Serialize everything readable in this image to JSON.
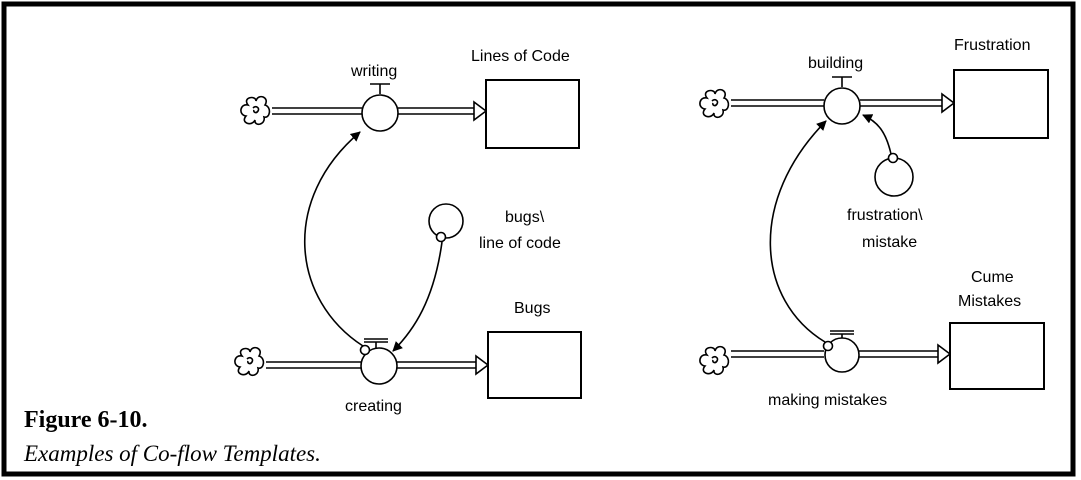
{
  "figure": {
    "title": "Figure 6-10.",
    "subtitle": "Examples of Co-flow Templates."
  },
  "left_model": {
    "stock_top": "Lines of Code",
    "flow_top": "writing",
    "stock_bottom": "Bugs",
    "flow_bottom": "creating",
    "converter_line1": "bugs\\",
    "converter_line2": "line of code"
  },
  "right_model": {
    "stock_top": "Frustration",
    "flow_top": "building",
    "stock_bottom_line1": "Cume",
    "stock_bottom_line2": "Mistakes",
    "flow_bottom": "making mistakes",
    "converter_line1": "frustration\\",
    "converter_line2": "mistake"
  },
  "icons": [
    "cloud-source-icon",
    "flow-valve-icon",
    "stock-box",
    "converter-circle",
    "connector-arrow"
  ]
}
